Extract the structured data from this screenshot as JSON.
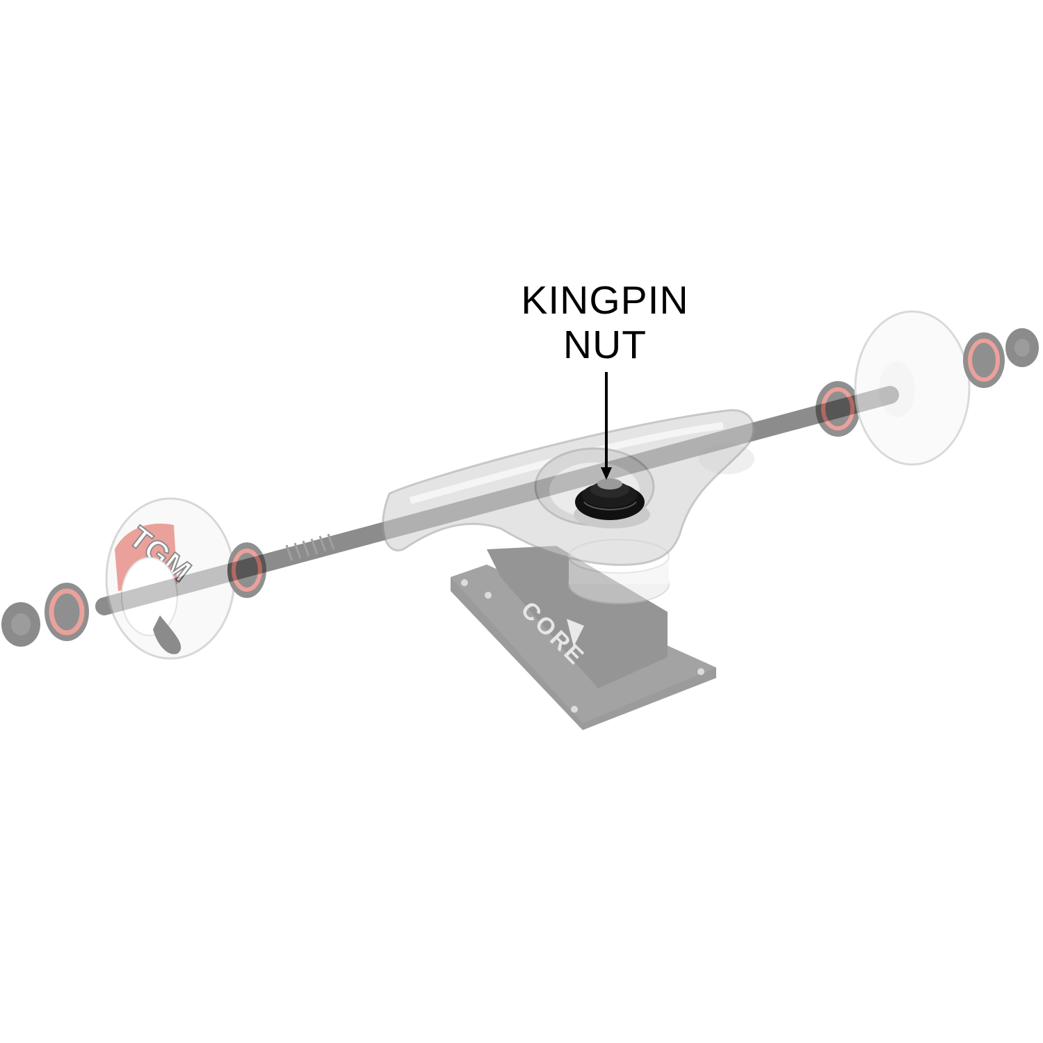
{
  "callout": {
    "line1": "KINGPIN",
    "line2": "NUT"
  },
  "wheel_left": {
    "logo_text": "TGM"
  },
  "baseplate": {
    "logo_text": "CORE"
  },
  "colors": {
    "background": "#ffffff",
    "label": "#000000",
    "faded_part": "#8c8c8c",
    "bearing_red": "#e06060",
    "wheel_white": "#f4f4f4",
    "hanger_silver": "#d9d9d9",
    "highlight_nut": "#111111"
  }
}
